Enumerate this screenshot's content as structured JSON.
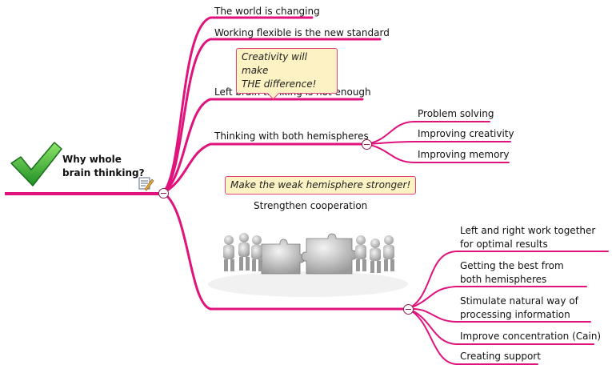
{
  "colors": {
    "branch": "#e0127c",
    "callout_fill": "#fdf2c4",
    "check": "#3db83b"
  },
  "root": {
    "label": "Why whole\nbrain thinking?",
    "icons": [
      "checkmark-icon",
      "note-icon"
    ]
  },
  "branches": [
    {
      "label": "The world is changing"
    },
    {
      "label": "Working flexible is the new standard"
    },
    {
      "label": "Left brain thinking is not enough",
      "callout": "Creativity will make\nTHE difference!"
    },
    {
      "label": "Thinking with both hemispheres",
      "children": [
        "Problem solving",
        "Improving creativity",
        "Improving memory"
      ]
    },
    {
      "label": "Strengthen cooperation",
      "callout": "Make the weak hemisphere stronger!"
    },
    {
      "label": "",
      "image": "puzzle-people-illustration",
      "children": [
        "Left and right work together for optimal results",
        "Getting the best from both hemispheres",
        "Stimulate natural way of processing information",
        "Improve concentration (Cain)",
        "Creating support"
      ]
    }
  ]
}
